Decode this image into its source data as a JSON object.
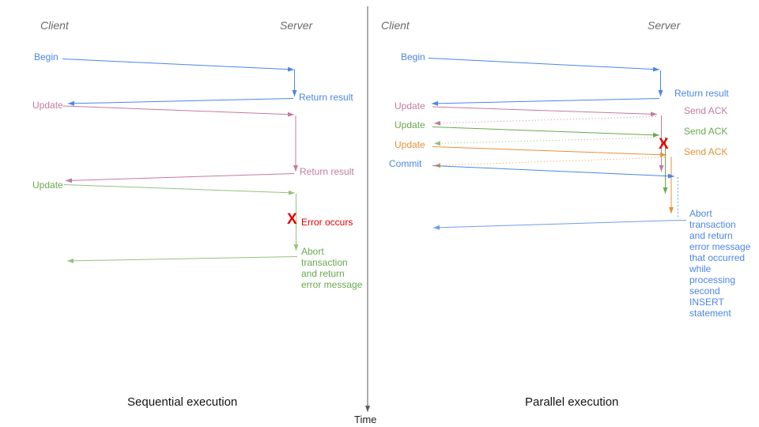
{
  "left": {
    "title": "Sequential execution",
    "client_header": "Client",
    "server_header": "Server",
    "begin_label": "Begin",
    "return_result_1": "Return result",
    "update_1": "Update",
    "return_result_2": "Return result",
    "update_2": "Update",
    "error_x": "X",
    "error_occurs": "Error occurs",
    "abort_message": "Abort\ntransaction\nand return\nerror message"
  },
  "right": {
    "title": "Parallel execution",
    "client_header": "Client",
    "server_header": "Server",
    "begin_label": "Begin",
    "return_result": "Return result",
    "update_1": "Update",
    "send_ack_1": "Send ACK",
    "update_2": "Update",
    "send_ack_2": "Send ACK",
    "update_3": "Update",
    "send_ack_3": "Send ACK",
    "commit_label": "Commit",
    "error_x": "X",
    "abort_message": "Abort\ntransaction\nand return\nerror message\nthat occurred\nwhile\nprocessing\nsecond\nINSERT\nstatement"
  },
  "time_axis": {
    "label": "Time"
  },
  "colors": {
    "blue": "#4a86e8",
    "blue_light": "#6d9eeb",
    "pink": "#c27ba0",
    "pink_light": "#d5a6bd",
    "green": "#6aa84f",
    "green_light": "#93c47d",
    "orange": "#e69138",
    "orange_light": "#f6b26b",
    "red": "#e50000",
    "axis_gray": "#595959",
    "header_gray": "#6b6b6b"
  }
}
